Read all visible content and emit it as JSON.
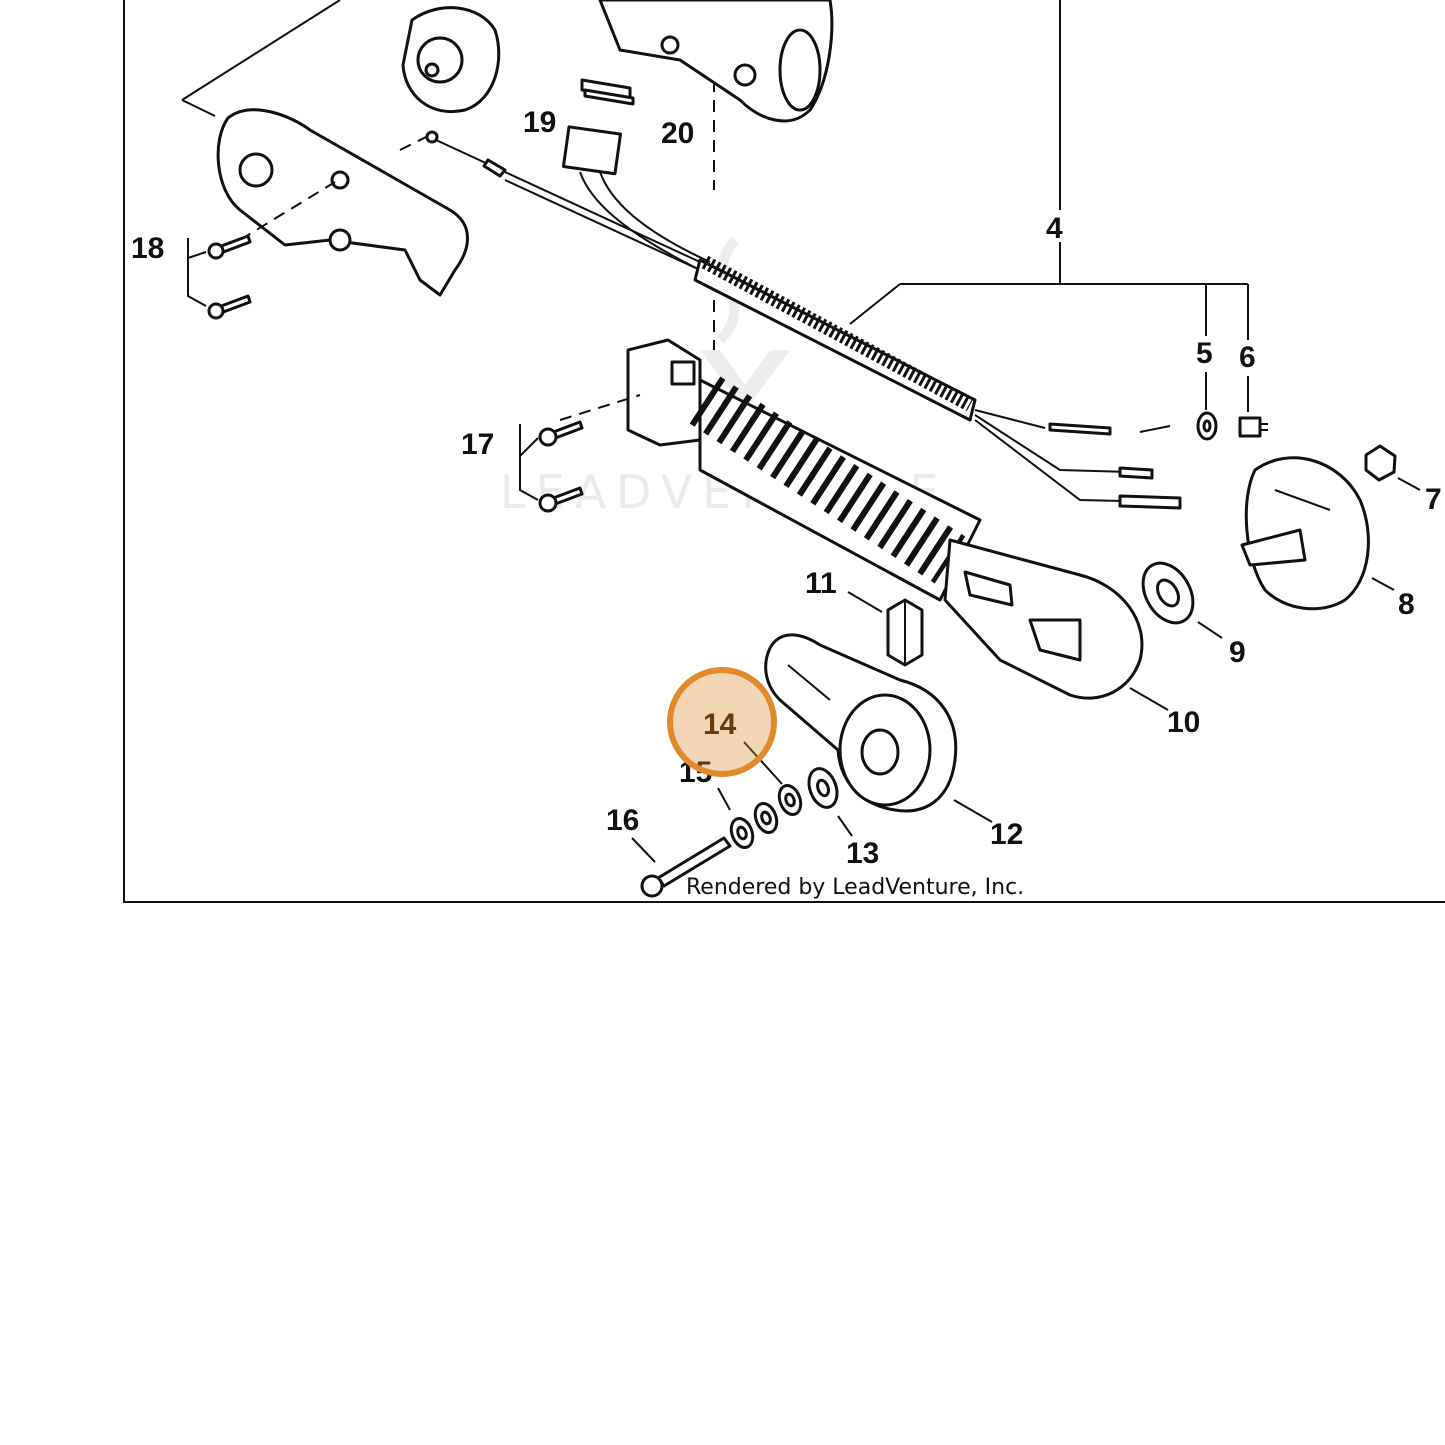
{
  "diagram": {
    "callouts": [
      "4",
      "5",
      "6",
      "7",
      "8",
      "9",
      "10",
      "11",
      "12",
      "13",
      "14",
      "15",
      "16",
      "17",
      "18",
      "19",
      "20"
    ],
    "highlighted_callout": "14",
    "highlight_color": "#e08a2c",
    "watermark": "LEADVENTURE",
    "footer": "Rendered by LeadVenture, Inc."
  }
}
